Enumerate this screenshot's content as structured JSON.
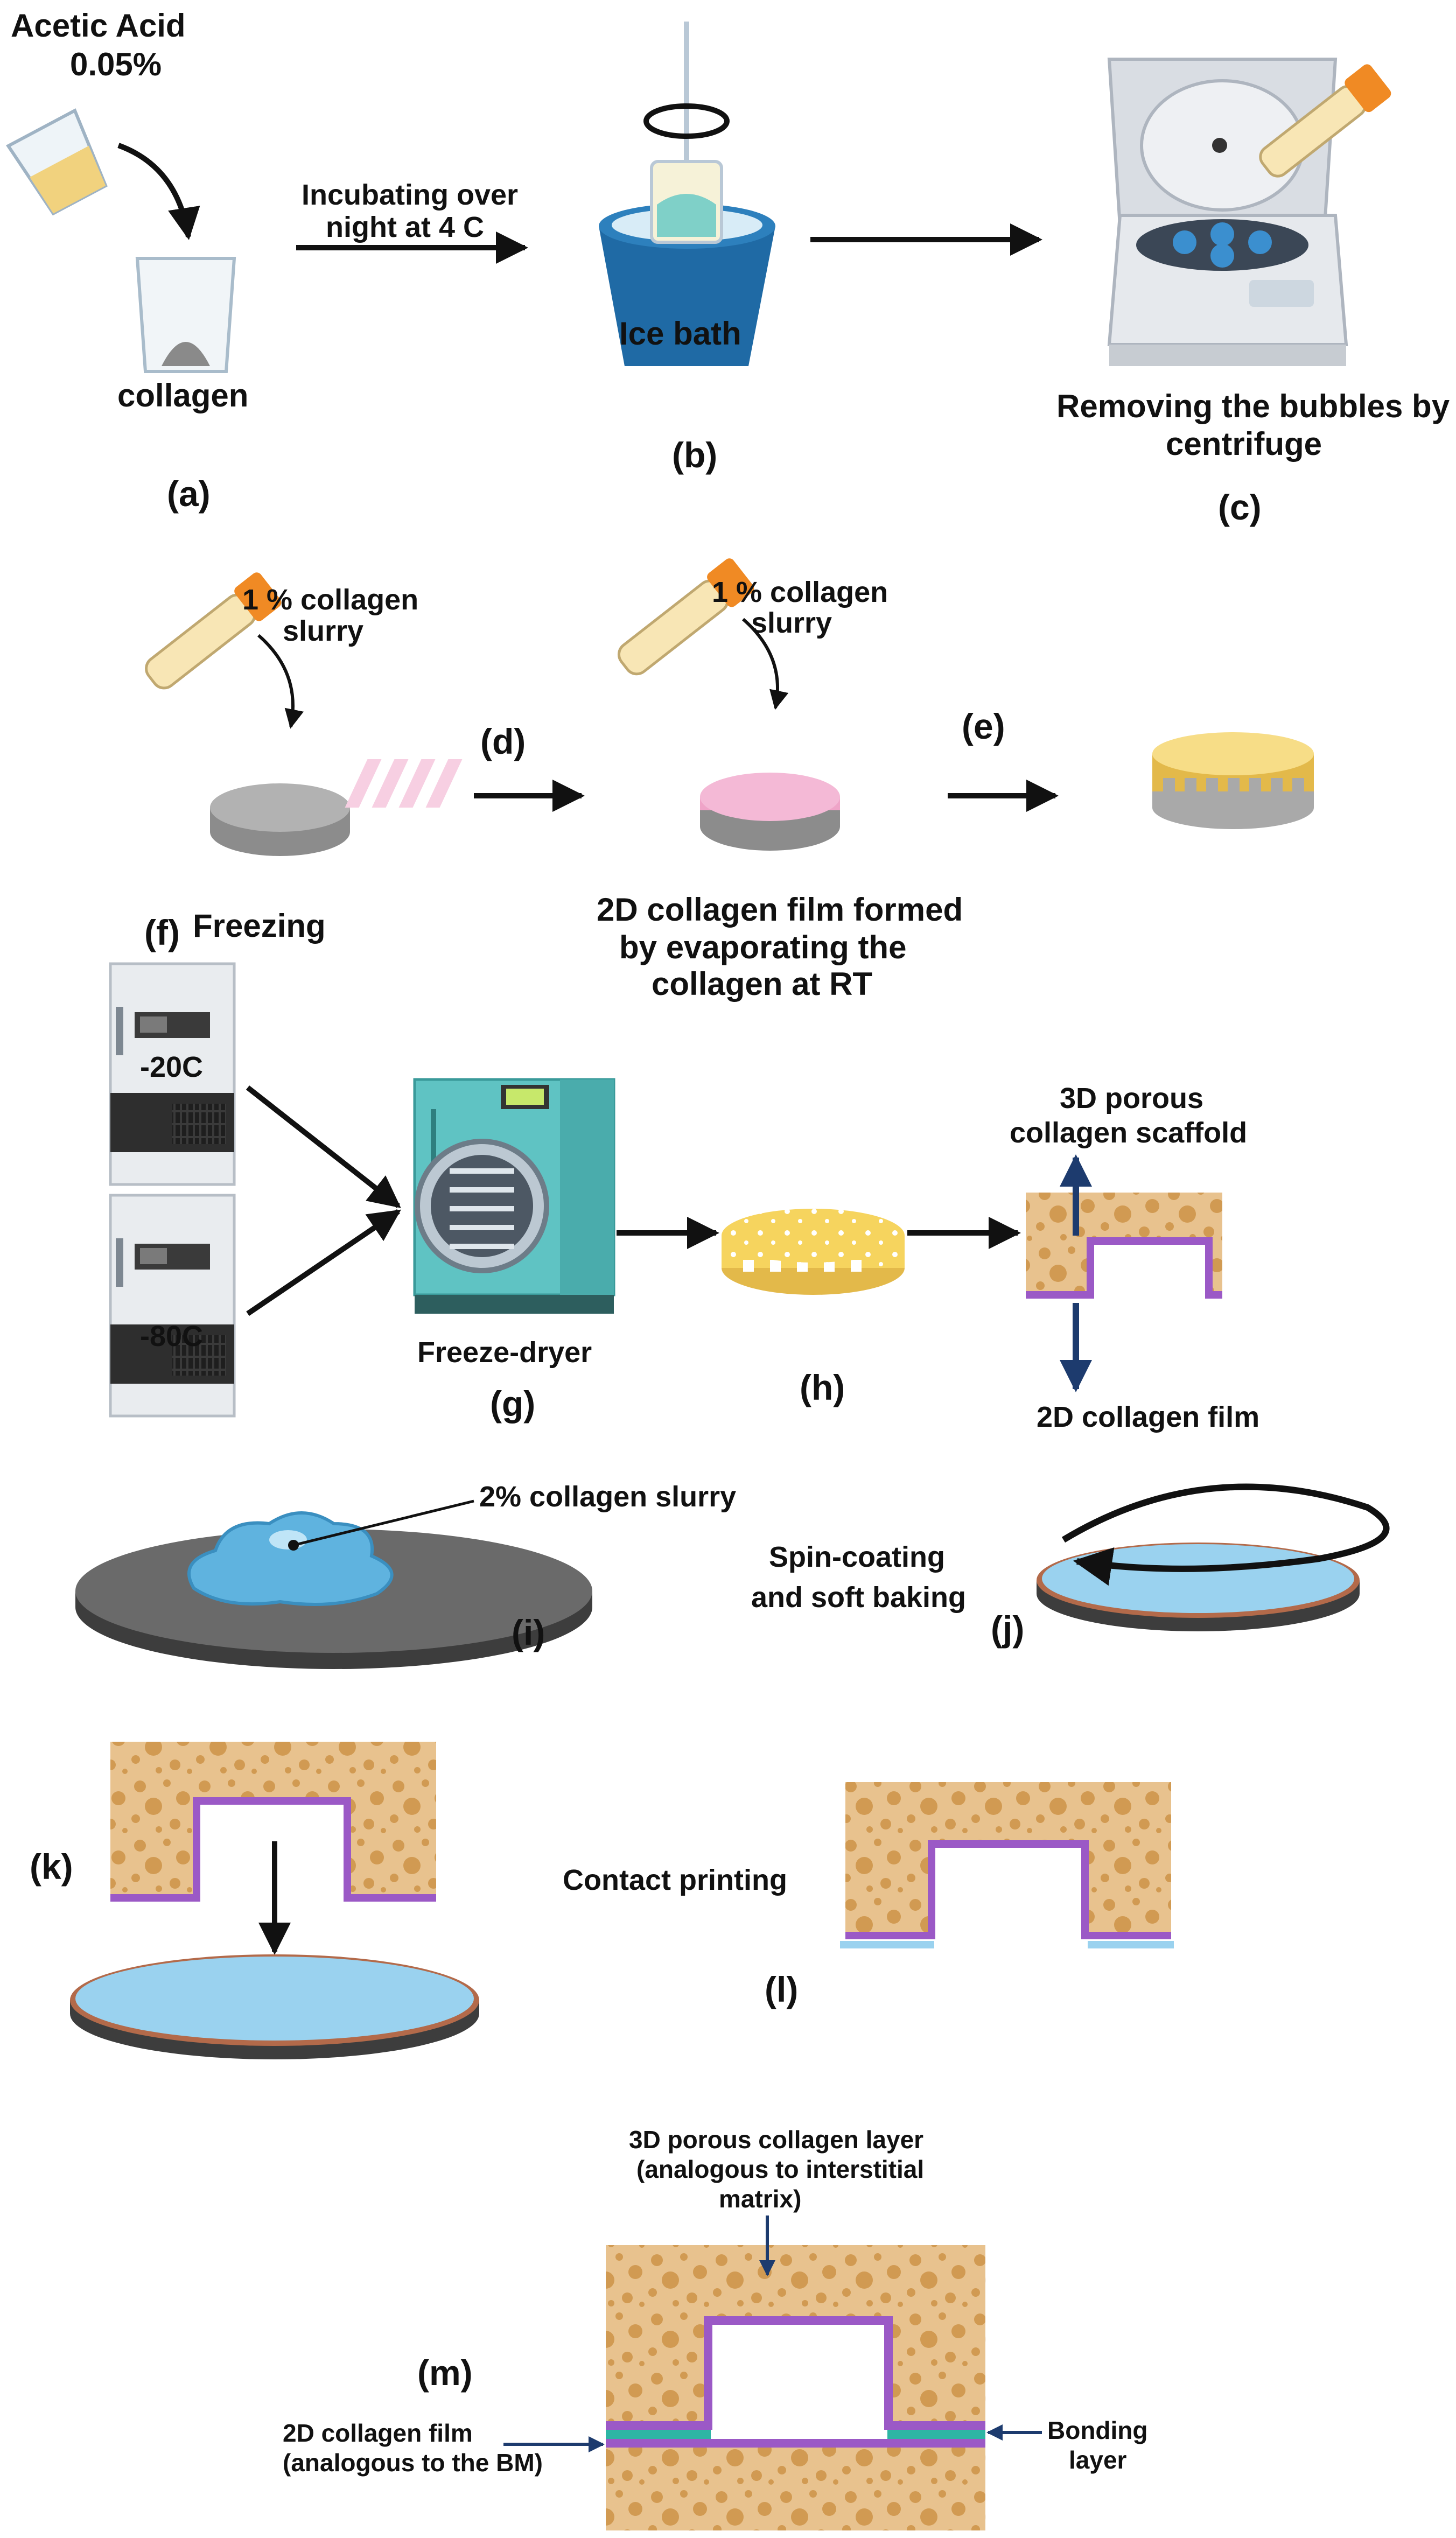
{
  "colors": {
    "sponge": "#e8c28e",
    "pore": "#d19a52",
    "film": "#9b59c6",
    "plate": "#9ad2ef",
    "wafer": "#555555",
    "rim": "#b36a4a",
    "bond": "#2db5a4",
    "freezer": "#e9ecef",
    "dryer": "#5fc3c3",
    "mold": "#9a9a9a",
    "pinkfilm": "#f4b9d6",
    "yellow": "#f6d45e",
    "tubeCap": "#f08a24",
    "ice": "#1f6aa5"
  },
  "labels": {
    "acetic": "Acetic Acid",
    "acetic_pct": "0.05%",
    "collagen": "collagen",
    "incub1": "Incubating over",
    "incub2": "night at 4 C",
    "icebath": "Ice bath",
    "remove1": "Removing the bubbles by",
    "remove2": "centrifuge",
    "slurry1a": "1 % collagen",
    "slurry1b": "slurry",
    "slurry2a": "1 % collagen",
    "slurry2b": "slurry",
    "film2d_1": "2D collagen film formed",
    "film2d_2": "by evaporating the",
    "film2d_3": "collagen at RT",
    "freezing": "Freezing",
    "t20": "-20C",
    "t80": "-80C",
    "freezedryer": "Freeze-dryer",
    "porous1": "3D porous",
    "porous2": "collagen scaffold",
    "film2d": "2D collagen film",
    "slurry2pct": "2% collagen slurry",
    "spin1": "Spin-coating",
    "spin2": "and soft baking",
    "contact": "Contact printing",
    "layer1": "3D porous collagen layer",
    "layer2": "(analogous to interstitial",
    "layer3": "matrix)",
    "bm1": "2D collagen film",
    "bm2": "(analogous to the BM)",
    "bond1": "Bonding",
    "bond2": "layer"
  },
  "steps": {
    "a": "(a)",
    "b": "(b)",
    "c": "(c)",
    "d": "(d)",
    "e": "(e)",
    "f": "(f)",
    "g": "(g)",
    "h": "(h)",
    "i": "(i)",
    "j": "(j)",
    "k": "(k)",
    "l": "(l)",
    "m": "(m)"
  }
}
